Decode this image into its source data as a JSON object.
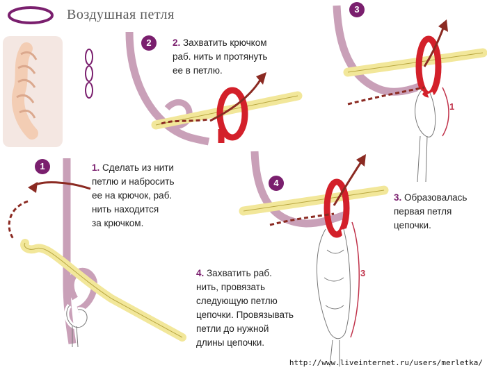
{
  "header": {
    "title": "Воздушная петля"
  },
  "steps": [
    {
      "num": "1",
      "num_label": "1.",
      "text": "Сделать из нити\nпетлю и набросить\nее на крючок, раб.\nнить находится\nза крючком."
    },
    {
      "num": "2",
      "num_label": "2.",
      "text": "Захватить крючком\nраб. нить и протянуть\nее в петлю."
    },
    {
      "num": "3",
      "num_label": "3.",
      "text": "Образовалась\nпервая петля\nцепочки."
    },
    {
      "num": "4",
      "num_label": "4.",
      "text": "Захватить раб.\nнить, провязать\nследующую петлю\nцепочки. Провязывать\nпетли до нужной\nдлины цепочки."
    }
  ],
  "labels": {
    "loop_count_1": "1",
    "loop_count_3": "3"
  },
  "badges": [
    "1",
    "2",
    "3",
    "4"
  ],
  "footer": {
    "url": "http://www.liveinternet.ru/users/merletka/"
  },
  "colors": {
    "accent": "#7a1f6e",
    "yarn": "#c9a0b8",
    "loop_red": "#d3202a",
    "hook": "#f2e79a",
    "arrow": "#8b2a22"
  }
}
